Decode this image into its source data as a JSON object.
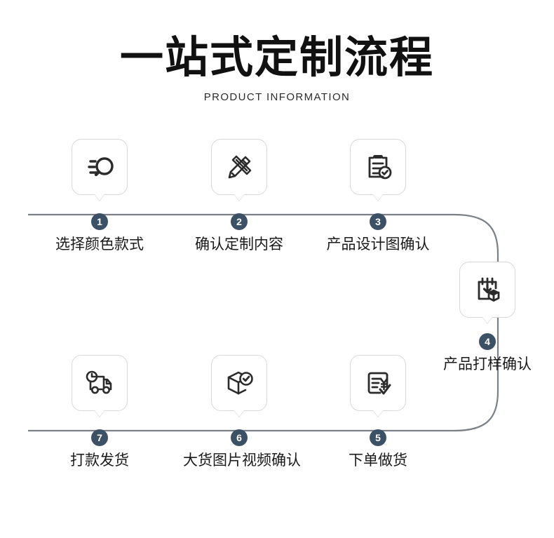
{
  "header": {
    "title": "一站式定制流程",
    "subtitle": "PRODUCT INFORMATION"
  },
  "theme": {
    "badge_color": "#3d5166",
    "line_color": "#7b7f86",
    "card_border": "#d8d8d8",
    "background": "#ffffff",
    "text_color": "#1a1a1a"
  },
  "flow": {
    "type": "process-flow",
    "direction": "left-to-right-then-loop-right-then-right-to-left",
    "steps": [
      {
        "number": "1",
        "label": "选择颜色款式",
        "icon": "search-chat-icon",
        "row": "top"
      },
      {
        "number": "2",
        "label": "确认定制内容",
        "icon": "pencil-ruler-icon",
        "row": "top"
      },
      {
        "number": "3",
        "label": "产品设计图确认",
        "icon": "clipboard-check-icon",
        "row": "top"
      },
      {
        "number": "4",
        "label": "产品打样确认",
        "icon": "sample-box-download-icon",
        "row": "right"
      },
      {
        "number": "5",
        "label": "下单做货",
        "icon": "invoice-yuan-check-icon",
        "row": "bottom"
      },
      {
        "number": "6",
        "label": "大货图片视频确认",
        "icon": "box-check-icon",
        "row": "bottom"
      },
      {
        "number": "7",
        "label": "打款发货",
        "icon": "truck-clock-icon",
        "row": "bottom"
      }
    ]
  }
}
